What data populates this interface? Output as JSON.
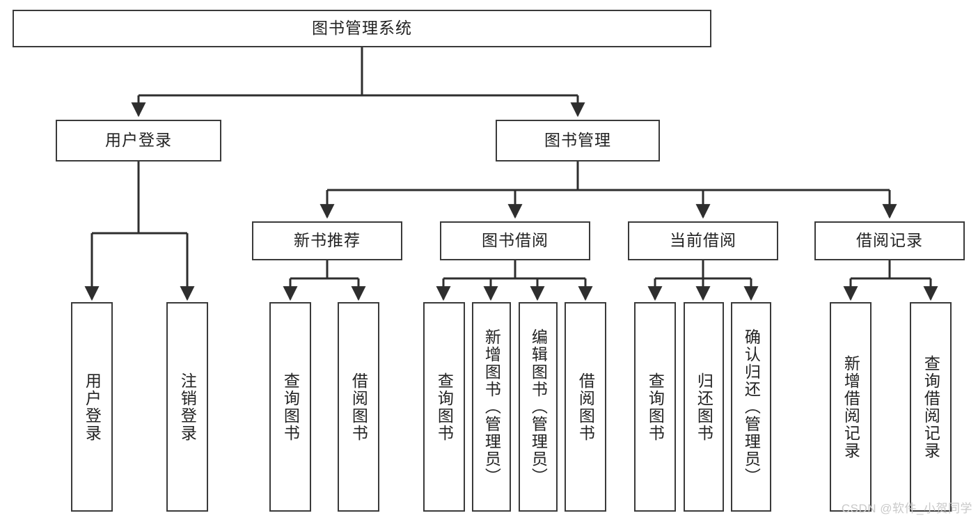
{
  "diagram": {
    "title": "图书管理系统",
    "type": "tree-hierarchy-diagram",
    "background_color": "#ffffff",
    "border_color": "#3a3a3a",
    "text_color": "#222222",
    "levels": {
      "root": {
        "label": "图书管理系统"
      },
      "level2": [
        {
          "label": "用户登录"
        },
        {
          "label": "图书管理"
        }
      ],
      "level3": [
        {
          "label": "新书推荐"
        },
        {
          "label": "图书借阅"
        },
        {
          "label": "当前借阅"
        },
        {
          "label": "借阅记录"
        }
      ],
      "leaves_user_login": [
        {
          "label": "用户登录"
        },
        {
          "label": "注销登录"
        }
      ],
      "leaves_new_book": [
        {
          "label": "查询图书"
        },
        {
          "label": "借阅图书"
        }
      ],
      "leaves_book_borrow": [
        {
          "label": "查询图书"
        },
        {
          "label": "新增图书（管理员）"
        },
        {
          "label": "编辑图书（管理员）"
        },
        {
          "label": "借阅图书"
        }
      ],
      "leaves_current_borrow": [
        {
          "label": "查询图书"
        },
        {
          "label": "归还图书"
        },
        {
          "label": "确认归还（管理员）"
        }
      ],
      "leaves_borrow_record": [
        {
          "label": "新增借阅记录"
        },
        {
          "label": "查询借阅记录"
        }
      ]
    },
    "watermark": "CSDN @软件_小贺同学"
  }
}
